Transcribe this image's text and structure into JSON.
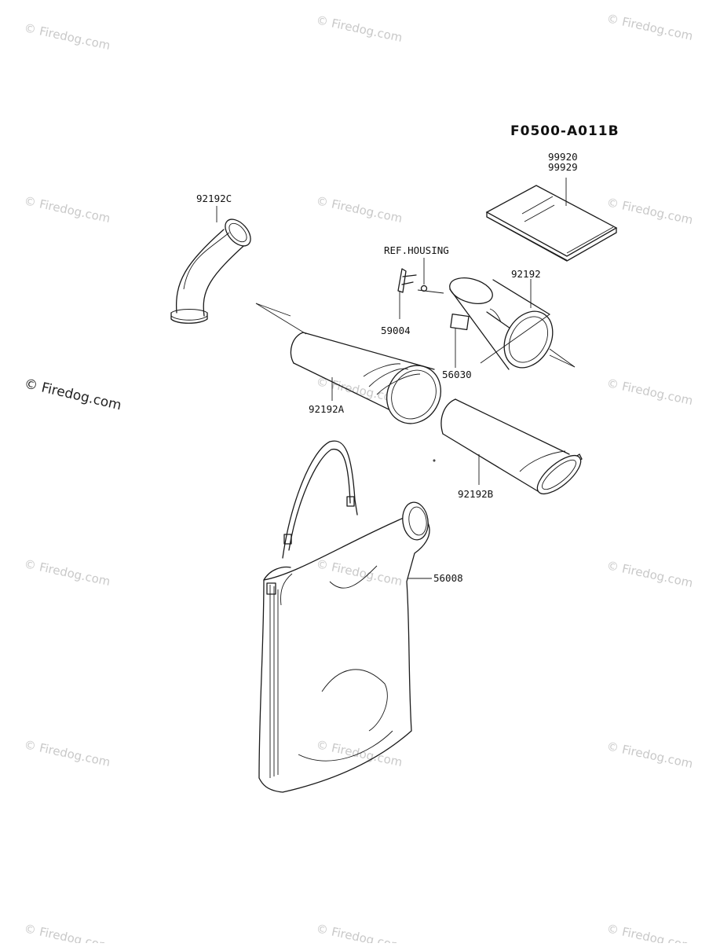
{
  "diagram_code": "F0500-A011B",
  "watermark": "© Firedog.com",
  "parts": {
    "manual": [
      "99920",
      "99929"
    ],
    "elbow_pipe": "92192C",
    "ref_housing": "REF.HOUSING",
    "clip": "59004",
    "label": "56030",
    "pipe_main": "92192",
    "pipe_a": "92192A",
    "pipe_b": "92192B",
    "bag": "56008"
  }
}
